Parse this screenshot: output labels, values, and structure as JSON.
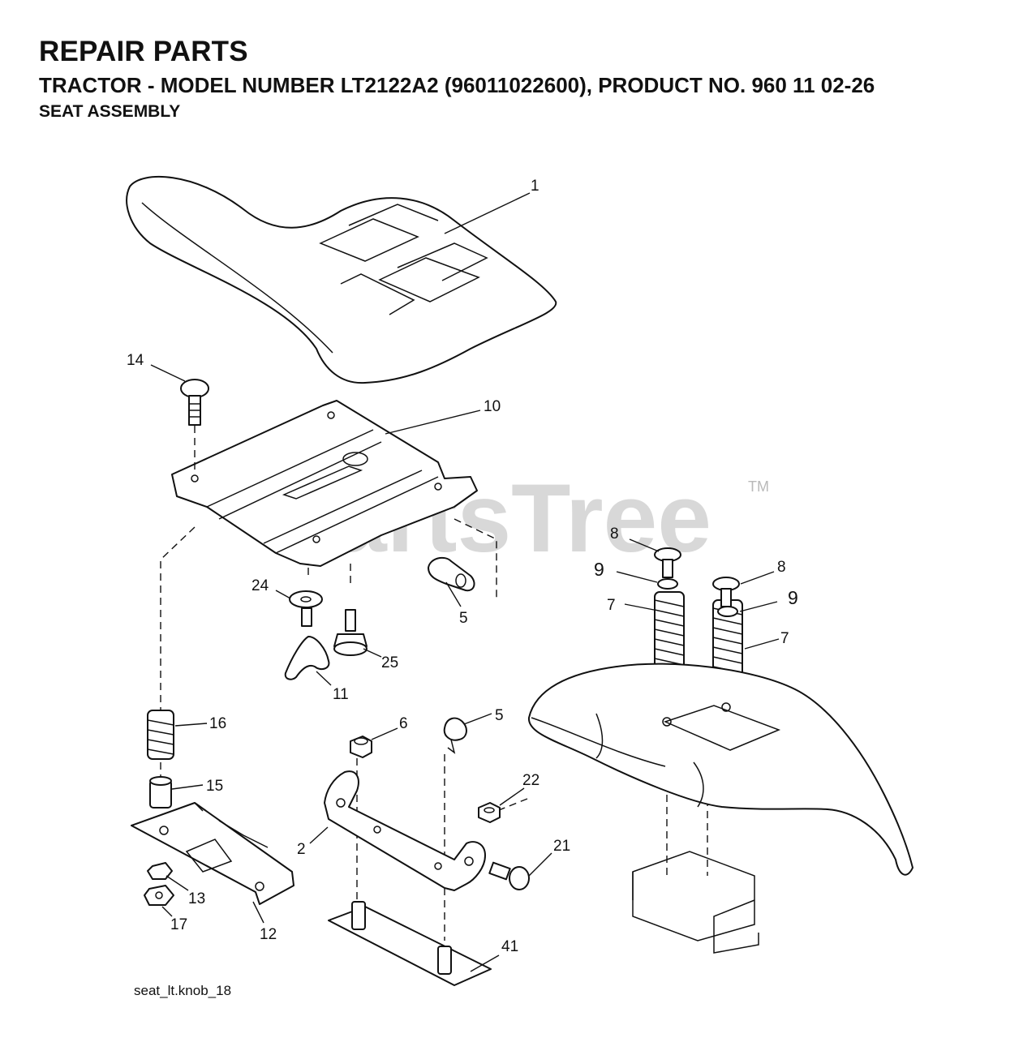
{
  "header": {
    "title": "REPAIR PARTS",
    "subtitle": "TRACTOR - MODEL NUMBER LT2122A2 (96011022600), PRODUCT NO. 960 11 02-26",
    "section": "SEAT ASSEMBLY"
  },
  "watermark": {
    "text": "PartsTree",
    "tm": "TM"
  },
  "caption": "seat_lt.knob_18",
  "callouts": {
    "c1": "1",
    "c14": "14",
    "c10": "10",
    "c8a": "8",
    "c9a": "9",
    "c7a": "7",
    "c8b": "8",
    "c9b": "9",
    "c7b": "7",
    "c24": "24",
    "c5a": "5",
    "c25": "25",
    "c11": "11",
    "c16": "16",
    "c6": "6",
    "c5b": "5",
    "c22": "22",
    "c15": "15",
    "c2": "2",
    "c21": "21",
    "c13": "13",
    "c17": "17",
    "c12": "12",
    "c41": "41"
  }
}
